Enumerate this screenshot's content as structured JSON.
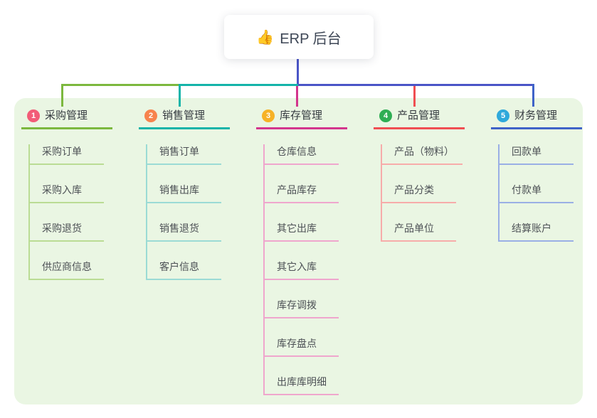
{
  "root": {
    "icon": "👍",
    "icon_name": "thumbs-up-icon",
    "title": "ERP 后台"
  },
  "colors": {
    "background": "#ffffff",
    "panel_bg": "#eaf6e3",
    "root_connector": "#4a55c7"
  },
  "branches": [
    {
      "badge": "1",
      "label": "采购管理",
      "badge_color": "#f25c77",
      "line_color": "#7cb83e",
      "sub_line_color": "#badc94",
      "children": [
        "采购订单",
        "采购入库",
        "采购退货",
        "供应商信息"
      ]
    },
    {
      "badge": "2",
      "label": "销售管理",
      "badge_color": "#f7834e",
      "line_color": "#14b4a9",
      "sub_line_color": "#9bdbd5",
      "children": [
        "销售订单",
        "销售出库",
        "销售退货",
        "客户信息"
      ]
    },
    {
      "badge": "3",
      "label": "库存管理",
      "badge_color": "#f6b226",
      "line_color": "#d3358d",
      "sub_line_color": "#efa6cd",
      "children": [
        "仓库信息",
        "产品库存",
        "其它出库",
        "其它入库",
        "库存调拨",
        "库存盘点",
        "出库库明细"
      ]
    },
    {
      "badge": "4",
      "label": "产品管理",
      "badge_color": "#2fae54",
      "line_color": "#f04e52",
      "sub_line_color": "#f7acaa",
      "children": [
        "产品（物料）",
        "产品分类",
        "产品单位"
      ]
    },
    {
      "badge": "5",
      "label": "财务管理",
      "badge_color": "#2fa9db",
      "line_color": "#3f63c8",
      "sub_line_color": "#9aafe5",
      "children": [
        "回款单",
        "付款单",
        "结算账户"
      ]
    }
  ]
}
